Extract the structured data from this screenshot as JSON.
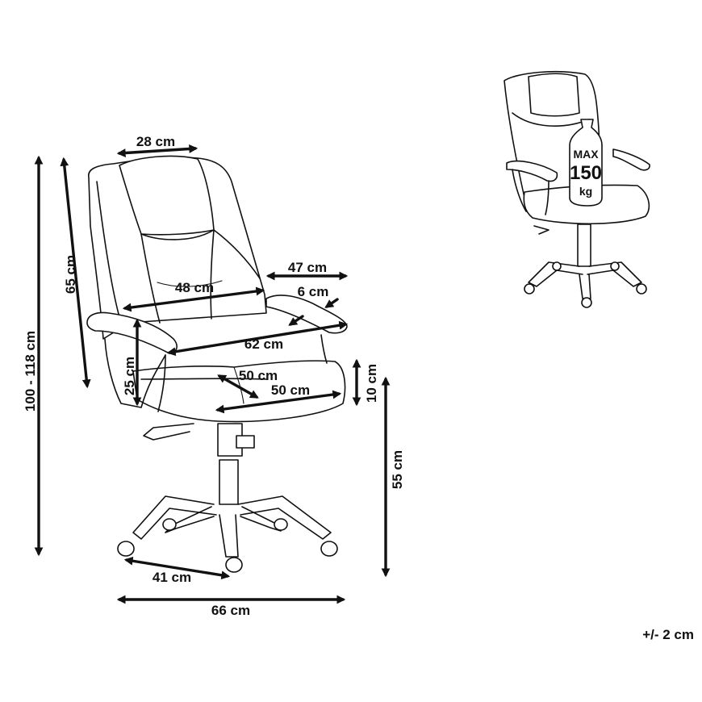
{
  "dimensions": {
    "seat_width_top": "28 cm",
    "backrest_height": "65 cm",
    "total_height": "100 - 118 cm",
    "back_width": "48 cm",
    "armrest_depth": "47 cm",
    "armrest_width": "6 cm",
    "total_width_arms": "62 cm",
    "armrest_height": "25 cm",
    "seat_depth": "50 cm",
    "seat_width": "50 cm",
    "seat_thickness": "10 cm",
    "seat_height": "55 cm",
    "base_leg": "41 cm",
    "base_width": "66 cm"
  },
  "badge": {
    "line1": "MAX",
    "line2": "150",
    "line3": "kg"
  },
  "tolerance": "+/- 2 cm"
}
